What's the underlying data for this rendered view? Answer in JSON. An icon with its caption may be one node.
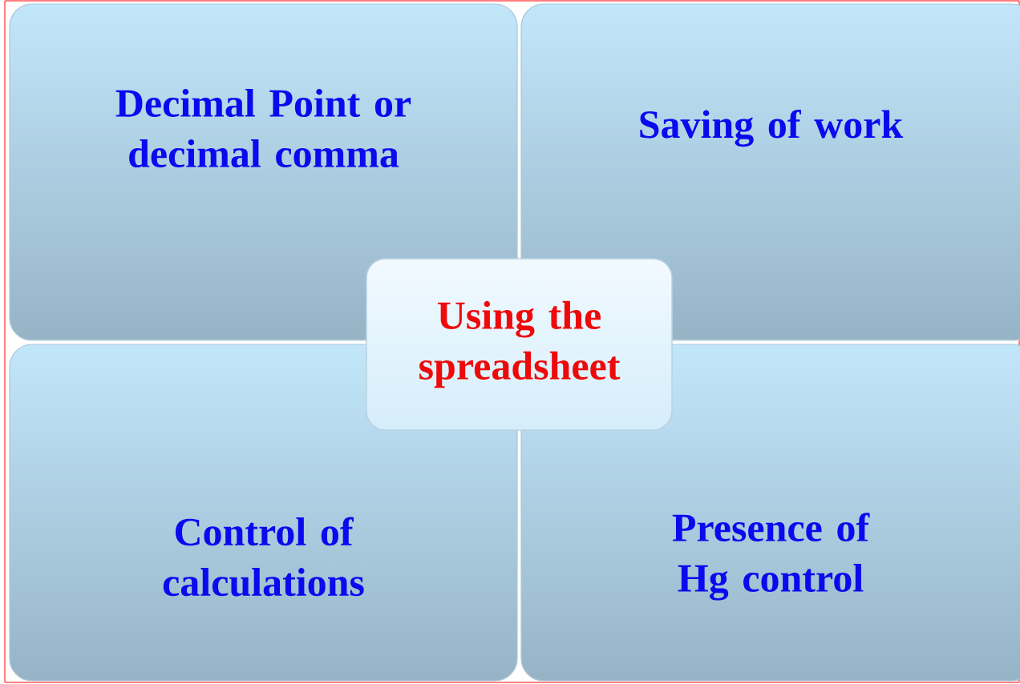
{
  "diagram": {
    "nodes": [
      {
        "text": [
          "Decimal Point or decimal comma"
        ]
      },
      {
        "text": [
          "Saving of work"
        ]
      },
      {
        "text": [
          "Using the spreadsheet"
        ]
      },
      {
        "text": [
          "Control of calculations"
        ]
      },
      {
        "text": [
          "Presence of Hg control"
        ]
      }
    ]
  }
}
